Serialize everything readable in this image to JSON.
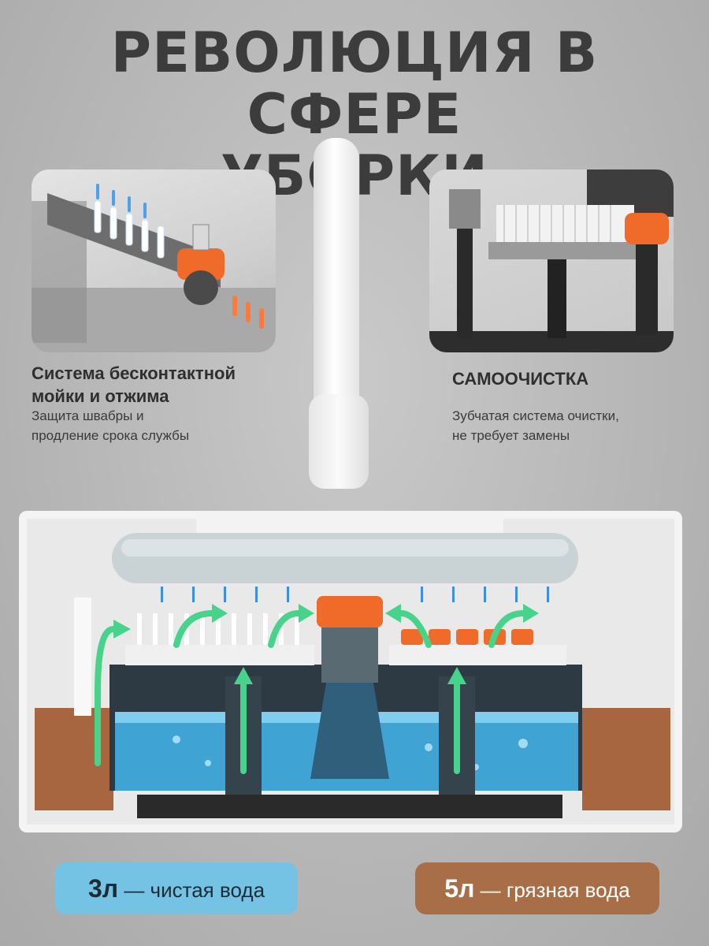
{
  "title": {
    "line1": "РЕВОЛЮЦИЯ В СФЕРЕ",
    "line2": "УБОРКИ"
  },
  "features": [
    {
      "title_line1": "Система бесконтактной",
      "title_line2": "мойки и отжима",
      "sub_line1": "Защита швабры и",
      "sub_line2": "продление срока службы"
    },
    {
      "title": "САМООЧИСТКА",
      "sub_line1": "Зубчатая система очистки,",
      "sub_line2": "не требует замены"
    }
  ],
  "labels": {
    "clean_volume": "3л",
    "clean_text": " — чистая вода",
    "dirty_volume": "5л",
    "dirty_text": " — грязная вода"
  },
  "colors": {
    "clean_water": "#74c3e4",
    "dirty_water": "#a86e47",
    "accent_orange": "#f06a2a",
    "arrow_green": "#47d38a"
  }
}
